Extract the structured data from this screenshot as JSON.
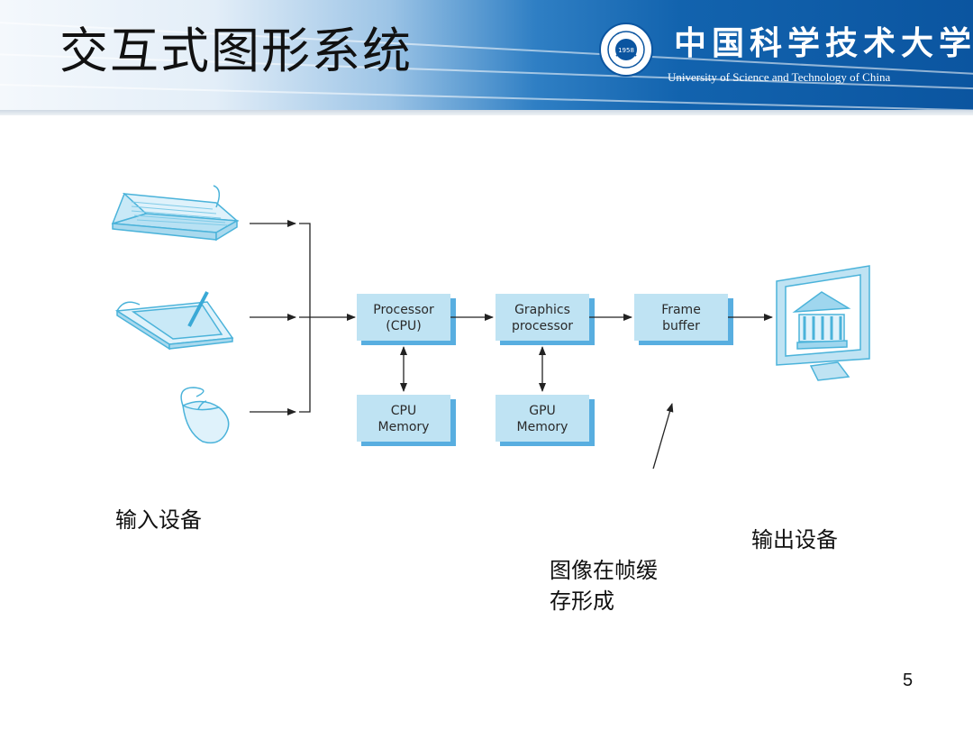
{
  "slide": {
    "title": "交互式图形系统",
    "page_number": "5"
  },
  "logo": {
    "name_cn": "中国科学技术大学",
    "name_en": "University of Science and Technology of China",
    "seal_year": "1958"
  },
  "diagram": {
    "processor_label": [
      "Processor",
      "(CPU)"
    ],
    "graphics_label": [
      "Graphics",
      "processor"
    ],
    "framebuffer_label": [
      "Frame",
      "buffer"
    ],
    "cpu_memory_label": [
      "CPU",
      "Memory"
    ],
    "gpu_memory_label": [
      "GPU",
      "Memory"
    ]
  },
  "annotations": {
    "input_devices": "输入设备",
    "output_devices": "输出设备",
    "framebuffer_note_line1": "图像在帧缓",
    "framebuffer_note_line2": "存形成"
  },
  "colors": {
    "header_blue": "#0b55a0",
    "box_fill": "#bfe3f3",
    "box_shadow": "#58aee0",
    "device_outline": "#5bbfe0"
  }
}
